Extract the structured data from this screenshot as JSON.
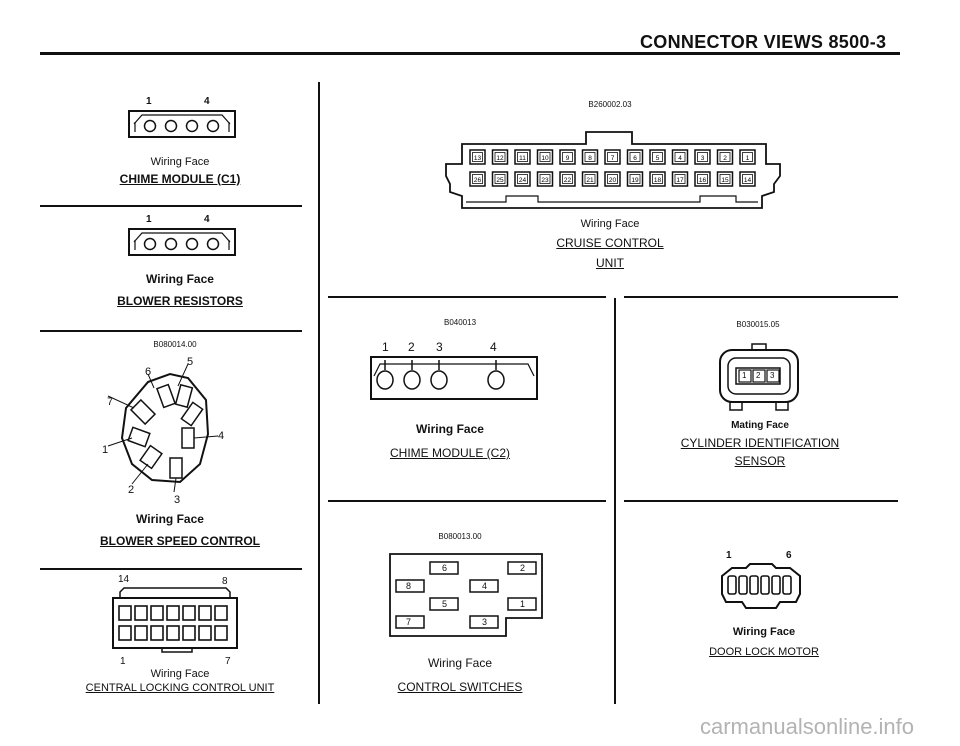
{
  "header": {
    "title": "CONNECTOR VIEWS  8500-3"
  },
  "watermark": "carmanualsonline.info",
  "connectors": {
    "chime_c1": {
      "pin_left": "1",
      "pin_right": "4",
      "face": "Wiring Face",
      "title": "CHIME MODULE (C1)"
    },
    "blower_resistors": {
      "pin_left": "1",
      "pin_right": "4",
      "face": "Wiring Face",
      "title": "BLOWER RESISTORS"
    },
    "blower_speed": {
      "code": "B080014.00",
      "pins": [
        "1",
        "2",
        "3",
        "4",
        "5",
        "6",
        "7"
      ],
      "face": "Wiring Face",
      "title": "BLOWER SPEED CONTROL"
    },
    "central_locking": {
      "pin_tl": "14",
      "pin_tr": "8",
      "pin_bl": "1",
      "pin_br": "7",
      "face": "Wiring Face",
      "title": "CENTRAL LOCKING CONTROL UNIT"
    },
    "cruise": {
      "code": "B260002.03",
      "top_row": [
        "13",
        "12",
        "11",
        "10",
        "9",
        "8",
        "7",
        "6",
        "5",
        "4",
        "3",
        "2",
        "1"
      ],
      "bottom_row": [
        "26",
        "25",
        "24",
        "23",
        "22",
        "21",
        "20",
        "19",
        "18",
        "17",
        "16",
        "15",
        "14"
      ],
      "face": "Wiring Face",
      "title": "CRUISE CONTROL",
      "title2": "UNIT"
    },
    "chime_c2": {
      "code": "B040013",
      "pins": [
        "1",
        "2",
        "3",
        "4"
      ],
      "face": "Wiring Face",
      "title": "CHIME MODULE (C2)"
    },
    "cyl_id": {
      "code": "B030015.05",
      "pins": [
        "1",
        "2",
        "3"
      ],
      "face": "Mating Face",
      "title": "CYLINDER IDENTIFICATION",
      "title2": "SENSOR"
    },
    "control_switches": {
      "code": "B080013.00",
      "pins": [
        "6",
        "2",
        "8",
        "4",
        "5",
        "1",
        "7",
        "3"
      ],
      "face": "Wiring Face",
      "title": "CONTROL SWITCHES"
    },
    "door_lock": {
      "pin_left": "1",
      "pin_right": "6",
      "face": "Wiring Face",
      "title": "DOOR LOCK MOTOR"
    }
  }
}
